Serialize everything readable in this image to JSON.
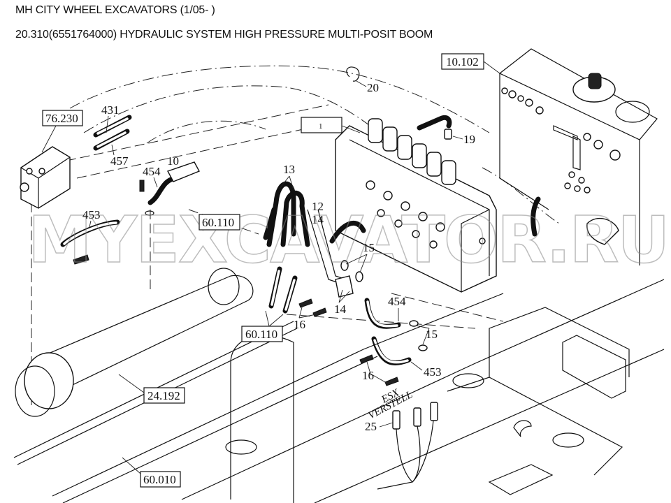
{
  "header": {
    "title": "MH CITY WHEEL EXCAVATORS (1/05- )",
    "subtitle": "20.310(6551764000) HYDRAULIC SYSTEM HIGH PRESSURE MULTI-POSIT BOOM"
  },
  "watermark": "MYEXCAVATOR.RU",
  "reference_boxes": [
    {
      "id": "ref-10-102",
      "label": "10.102"
    },
    {
      "id": "ref-76-230",
      "label": "76.230"
    },
    {
      "id": "ref-1",
      "label": "1"
    },
    {
      "id": "ref-60-110-a",
      "label": "60.110"
    },
    {
      "id": "ref-60-110-b",
      "label": "60.110"
    },
    {
      "id": "ref-24-192",
      "label": "24.192"
    },
    {
      "id": "ref-60-010",
      "label": "60.010"
    }
  ],
  "callouts": [
    {
      "id": "c20",
      "label": "20"
    },
    {
      "id": "c19",
      "label": "19"
    },
    {
      "id": "c431",
      "label": "431"
    },
    {
      "id": "c457",
      "label": "457"
    },
    {
      "id": "c10",
      "label": "10"
    },
    {
      "id": "c454a",
      "label": "454"
    },
    {
      "id": "c453a",
      "label": "453"
    },
    {
      "id": "c13",
      "label": "13"
    },
    {
      "id": "c12",
      "label": "12"
    },
    {
      "id": "c14a",
      "label": "14"
    },
    {
      "id": "c15a",
      "label": "15"
    },
    {
      "id": "c14b",
      "label": "14"
    },
    {
      "id": "c16a",
      "label": "16"
    },
    {
      "id": "c454b",
      "label": "454"
    },
    {
      "id": "c15b",
      "label": "15"
    },
    {
      "id": "c453b",
      "label": "453"
    },
    {
      "id": "c16b",
      "label": "16"
    },
    {
      "id": "c25",
      "label": "25"
    }
  ],
  "annotations": {
    "esx_line1": "ESX",
    "esx_line2": "VERSTELL"
  }
}
